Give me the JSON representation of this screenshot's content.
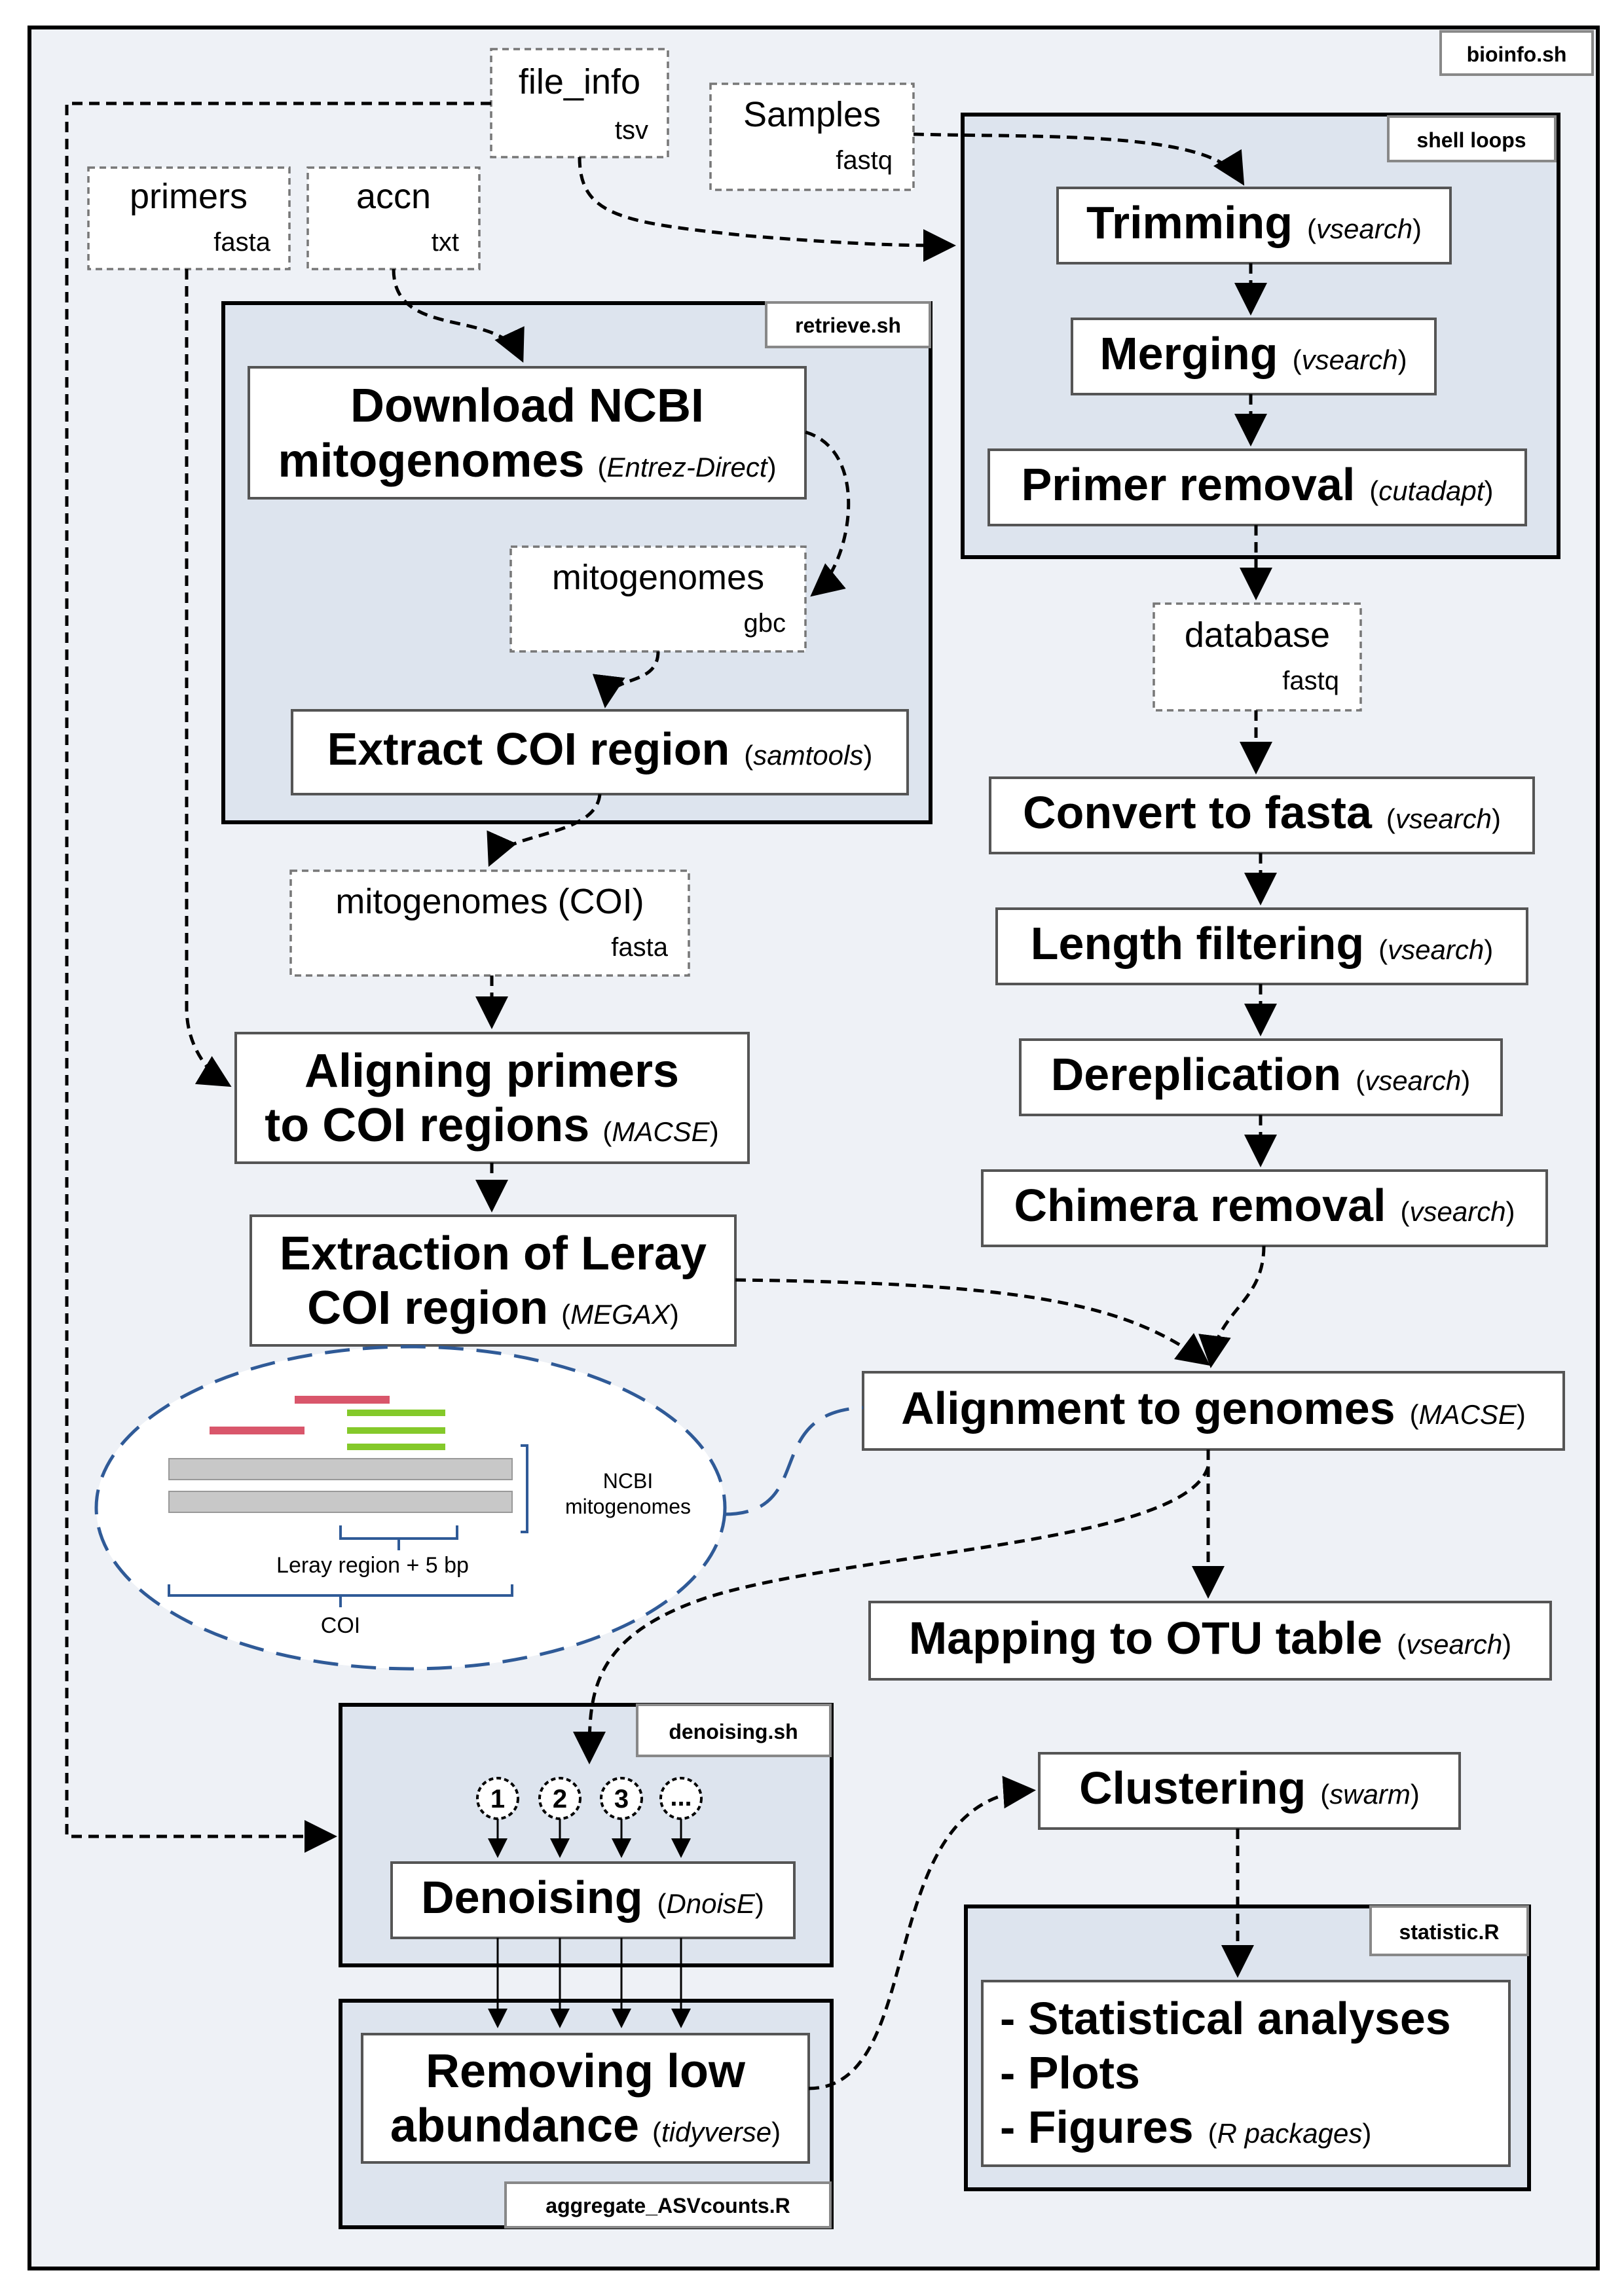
{
  "containers": {
    "bioinfo": "bioinfo.sh",
    "shell_loops": "shell loops",
    "retrieve": "retrieve.sh",
    "denoising": "denoising.sh",
    "statistic": "statistic.R",
    "aggregate": "aggregate_ASVcounts.R"
  },
  "files": {
    "file_info": {
      "name": "file_info",
      "ext": "tsv"
    },
    "samples": {
      "name": "Samples",
      "ext": "fastq"
    },
    "primers": {
      "name": "primers",
      "ext": "fasta"
    },
    "accn": {
      "name": "accn",
      "ext": "txt"
    },
    "mitogenomes": {
      "name": "mitogenomes",
      "ext": "gbc"
    },
    "database": {
      "name": "database",
      "ext": "fastq"
    },
    "mito_coi": {
      "name": "mitogenomes (COI)",
      "ext": "fasta"
    }
  },
  "steps": {
    "trimming": {
      "label": "Trimming",
      "tool": "vsearch"
    },
    "merging": {
      "label": "Merging",
      "tool": "vsearch"
    },
    "primer_removal": {
      "label": "Primer removal",
      "tool": "cutadapt"
    },
    "download": {
      "line1": "Download NCBI",
      "line2": "mitogenomes",
      "tool": "Entrez-Direct"
    },
    "extract_coi": {
      "label": "Extract COI region",
      "tool": "samtools"
    },
    "convert_fasta": {
      "label": "Convert to fasta",
      "tool": "vsearch"
    },
    "length_filtering": {
      "label": "Length filtering",
      "tool": "vsearch"
    },
    "dereplication": {
      "label": "Dereplication",
      "tool": "vsearch"
    },
    "chimera_removal": {
      "label": "Chimera removal",
      "tool": "vsearch"
    },
    "aligning_primers": {
      "line1": "Aligning primers",
      "line2": "to COI regions",
      "tool": "MACSE"
    },
    "extraction_leray": {
      "line1": "Extraction of Leray",
      "line2": "COI region",
      "tool": "MEGAX"
    },
    "alignment_genomes": {
      "label": "Alignment to genomes",
      "tool": "MACSE"
    },
    "mapping_otu": {
      "label": "Mapping to OTU table",
      "tool": "vsearch"
    },
    "clustering": {
      "label": "Clustering",
      "tool": "swarm"
    },
    "denoising": {
      "label": "Denoising",
      "tool": "DnoisE"
    },
    "removing_low": {
      "line1": "Removing low",
      "line2": "abundance",
      "tool": "tidyverse"
    },
    "statistics": {
      "line1": "- Statistical analyses",
      "line2": "- Plots",
      "line3": "- Figures",
      "tool": "R packages"
    }
  },
  "parallel_runs": [
    "1",
    "2",
    "3",
    "..."
  ],
  "inset": {
    "ncbi_line1": "NCBI",
    "ncbi_line2": "mitogenomes",
    "leray": "Leray region + 5 bp",
    "coi": "COI"
  },
  "colors": {
    "container_fill": "#dde4ee",
    "canvas_fill": "#eef1f6",
    "primer_pink": "#d9566b",
    "primer_green": "#84c92a",
    "genome_grey": "#c8c8c8",
    "inset_blue": "#2f5a97"
  }
}
